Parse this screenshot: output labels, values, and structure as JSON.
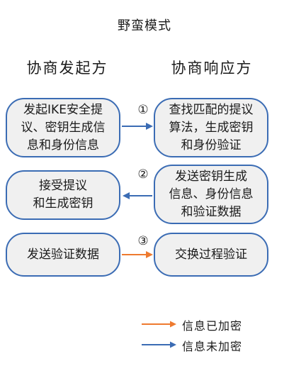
{
  "title": "野蛮模式",
  "headers": {
    "initiator": "协商发起方",
    "responder": "协商响应方"
  },
  "steps": [
    {
      "number": "①",
      "initiator_text": "发起IKE安全提\n议、密钥生成信\n息和身份信息",
      "responder_text": "查找匹配的提议\n算法，生成密钥\n和身份验证",
      "direction": "initiator-to-responder",
      "encrypted": false
    },
    {
      "number": "②",
      "initiator_text": "接受提议\n和生成密钥",
      "responder_text": "发送密钥生成\n信息、身份信息\n和验证数据",
      "direction": "responder-to-initiator",
      "encrypted": false
    },
    {
      "number": "③",
      "initiator_text": "发送验证数据",
      "responder_text": "交换过程验证",
      "direction": "initiator-to-responder",
      "encrypted": true
    }
  ],
  "legend": {
    "encrypted_label": "信息已加密",
    "unencrypted_label": "信息未加密"
  },
  "colors": {
    "encrypted": "#ee7a2f",
    "unencrypted": "#3b6cb4",
    "box_border": "#3b6cb4",
    "box_fill": "#f0f0f0"
  }
}
